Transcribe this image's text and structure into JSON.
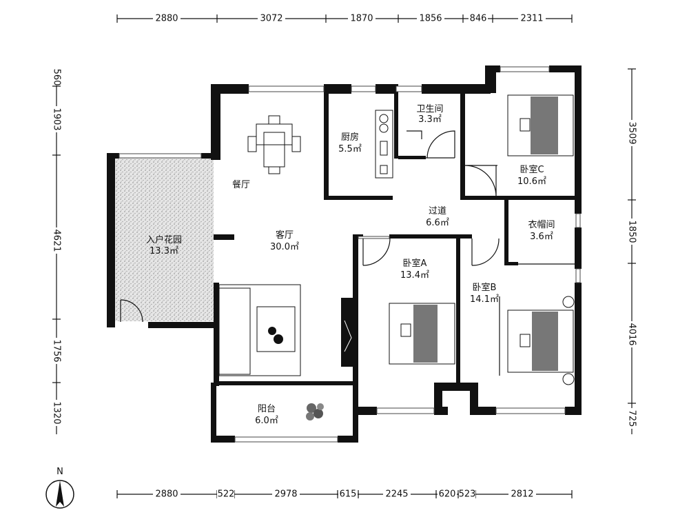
{
  "plan": {
    "dimensions_top": [
      "2880",
      "3072",
      "1870",
      "1856",
      "846",
      "2311"
    ],
    "dimensions_bottom": [
      "2880",
      "522",
      "2978",
      "615",
      "2245",
      "620",
      "523",
      "2812"
    ],
    "dimensions_left": [
      "560",
      "1903",
      "4621",
      "1756",
      "1320"
    ],
    "dimensions_right": [
      "3509",
      "1850",
      "4016",
      "725"
    ],
    "rooms": {
      "garden": {
        "name": "入户花园",
        "area": "13.3㎡"
      },
      "dining": {
        "name": "餐厅"
      },
      "living": {
        "name": "客厅",
        "area": "30.0㎡"
      },
      "kitchen": {
        "name": "厨房",
        "area": "5.5㎡"
      },
      "bathroom": {
        "name": "卫生间",
        "area": "3.3㎡"
      },
      "bedroom_c": {
        "name": "卧室C",
        "area": "10.6㎡"
      },
      "corridor": {
        "name": "过道",
        "area": "6.6㎡"
      },
      "closet": {
        "name": "衣帽间",
        "area": "3.6㎡"
      },
      "bedroom_a": {
        "name": "卧室A",
        "area": "13.4㎡"
      },
      "bedroom_b": {
        "name": "卧室B",
        "area": "14.1㎡"
      },
      "balcony": {
        "name": "阳台",
        "area": "6.0㎡"
      }
    },
    "compass": "N"
  }
}
